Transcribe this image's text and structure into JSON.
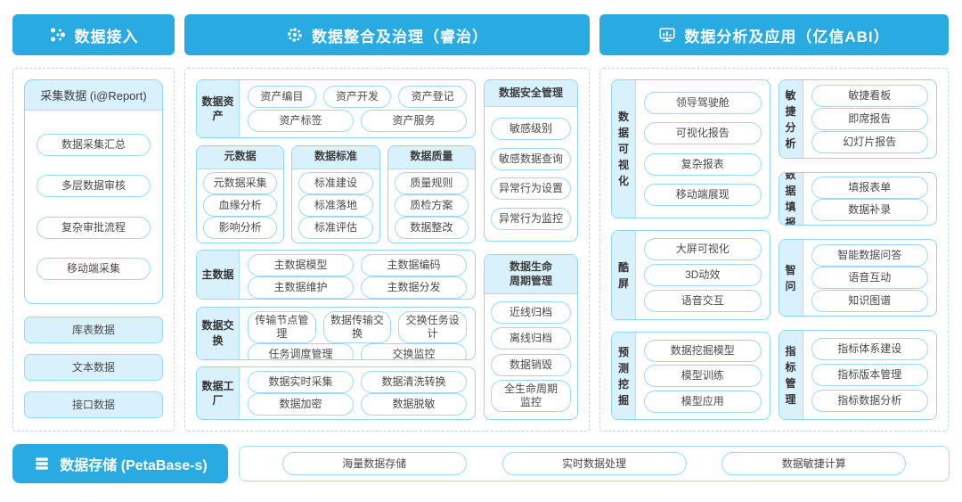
{
  "colors": {
    "accent": "#29ABE2",
    "light_fill": "#D9F1FC",
    "border": "#8FD6F4",
    "dashed_border": "#BCD6E8",
    "text": "#4A4A4A"
  },
  "sections": {
    "access": {
      "title": "数据接入",
      "icon": "network-nodes-icon",
      "panel": {
        "title": "采集数据 (i@Report)",
        "items": [
          "数据采集汇总",
          "多层数据审核",
          "复杂审批流程",
          "移动端采集"
        ]
      },
      "source_buttons": [
        "库表数据",
        "文本数据",
        "接口数据"
      ]
    },
    "governance": {
      "title": "数据整合及治理（睿治）",
      "icon": "dot-cluster-icon",
      "asset_group": {
        "label": "数据资产",
        "rows": [
          [
            "资产编目",
            "资产开发",
            "资产登记"
          ],
          [
            "资产标签",
            "资产服务"
          ]
        ]
      },
      "meta_panels": [
        {
          "title": "元数据",
          "items": [
            "元数据采集",
            "血缘分析",
            "影响分析"
          ]
        },
        {
          "title": "数据标准",
          "items": [
            "标准建设",
            "标准落地",
            "标准评估"
          ]
        },
        {
          "title": "数据质量",
          "items": [
            "质量规则",
            "质检方案",
            "数据整改"
          ]
        }
      ],
      "master_group": {
        "label": "主数据",
        "rows": [
          [
            "主数据模型",
            "主数据编码"
          ],
          [
            "主数据维护",
            "主数据分发"
          ]
        ]
      },
      "exchange_group": {
        "label": "数据交换",
        "rows": [
          [
            "传输节点管理",
            "数据传输交换",
            "交换任务设计"
          ],
          [
            "任务调度管理",
            "交换监控"
          ]
        ]
      },
      "factory_group": {
        "label": "数据工厂",
        "rows": [
          [
            "数据实时采集",
            "数据清洗转换"
          ],
          [
            "数据加密",
            "数据脱敏"
          ]
        ]
      },
      "security_panel": {
        "title": "数据安全管理",
        "items": [
          "敏感级别",
          "敏感数据查询",
          "异常行为设置",
          "异常行为监控"
        ]
      },
      "lifecycle_panel": {
        "title": "数据生命周期管理",
        "items": [
          "近线归档",
          "离线归档",
          "数据销毁",
          "全生命周期监控"
        ]
      }
    },
    "analysis": {
      "title": "数据分析及应用（亿信ABI）",
      "icon": "monitor-chart-icon",
      "left_groups": [
        {
          "label": "数据可视化",
          "items": [
            "领导驾驶舱",
            "可视化报告",
            "复杂报表",
            "移动端展现"
          ]
        },
        {
          "label": "酷屏",
          "items": [
            "大屏可视化",
            "3D动效",
            "语音交互"
          ]
        },
        {
          "label": "预测挖掘",
          "items": [
            "数据挖掘模型",
            "模型训练",
            "模型应用"
          ]
        }
      ],
      "right_groups": [
        {
          "label": "敏捷分析",
          "items": [
            "敏捷看板",
            "即席报告",
            "幻灯片报告"
          ]
        },
        {
          "label": "数据填报",
          "items": [
            "填报表单",
            "数据补录"
          ]
        },
        {
          "label": "智问",
          "items": [
            "智能数据问答",
            "语音互动",
            "知识图谱"
          ]
        },
        {
          "label": "指标管理",
          "items": [
            "指标体系建设",
            "指标版本管理",
            "指标数据分析"
          ]
        }
      ]
    },
    "storage": {
      "title": "数据存储 (PetaBase-s)",
      "icon": "database-icon",
      "items": [
        "海量数据存储",
        "实时数据处理",
        "数据敏捷计算"
      ]
    }
  }
}
